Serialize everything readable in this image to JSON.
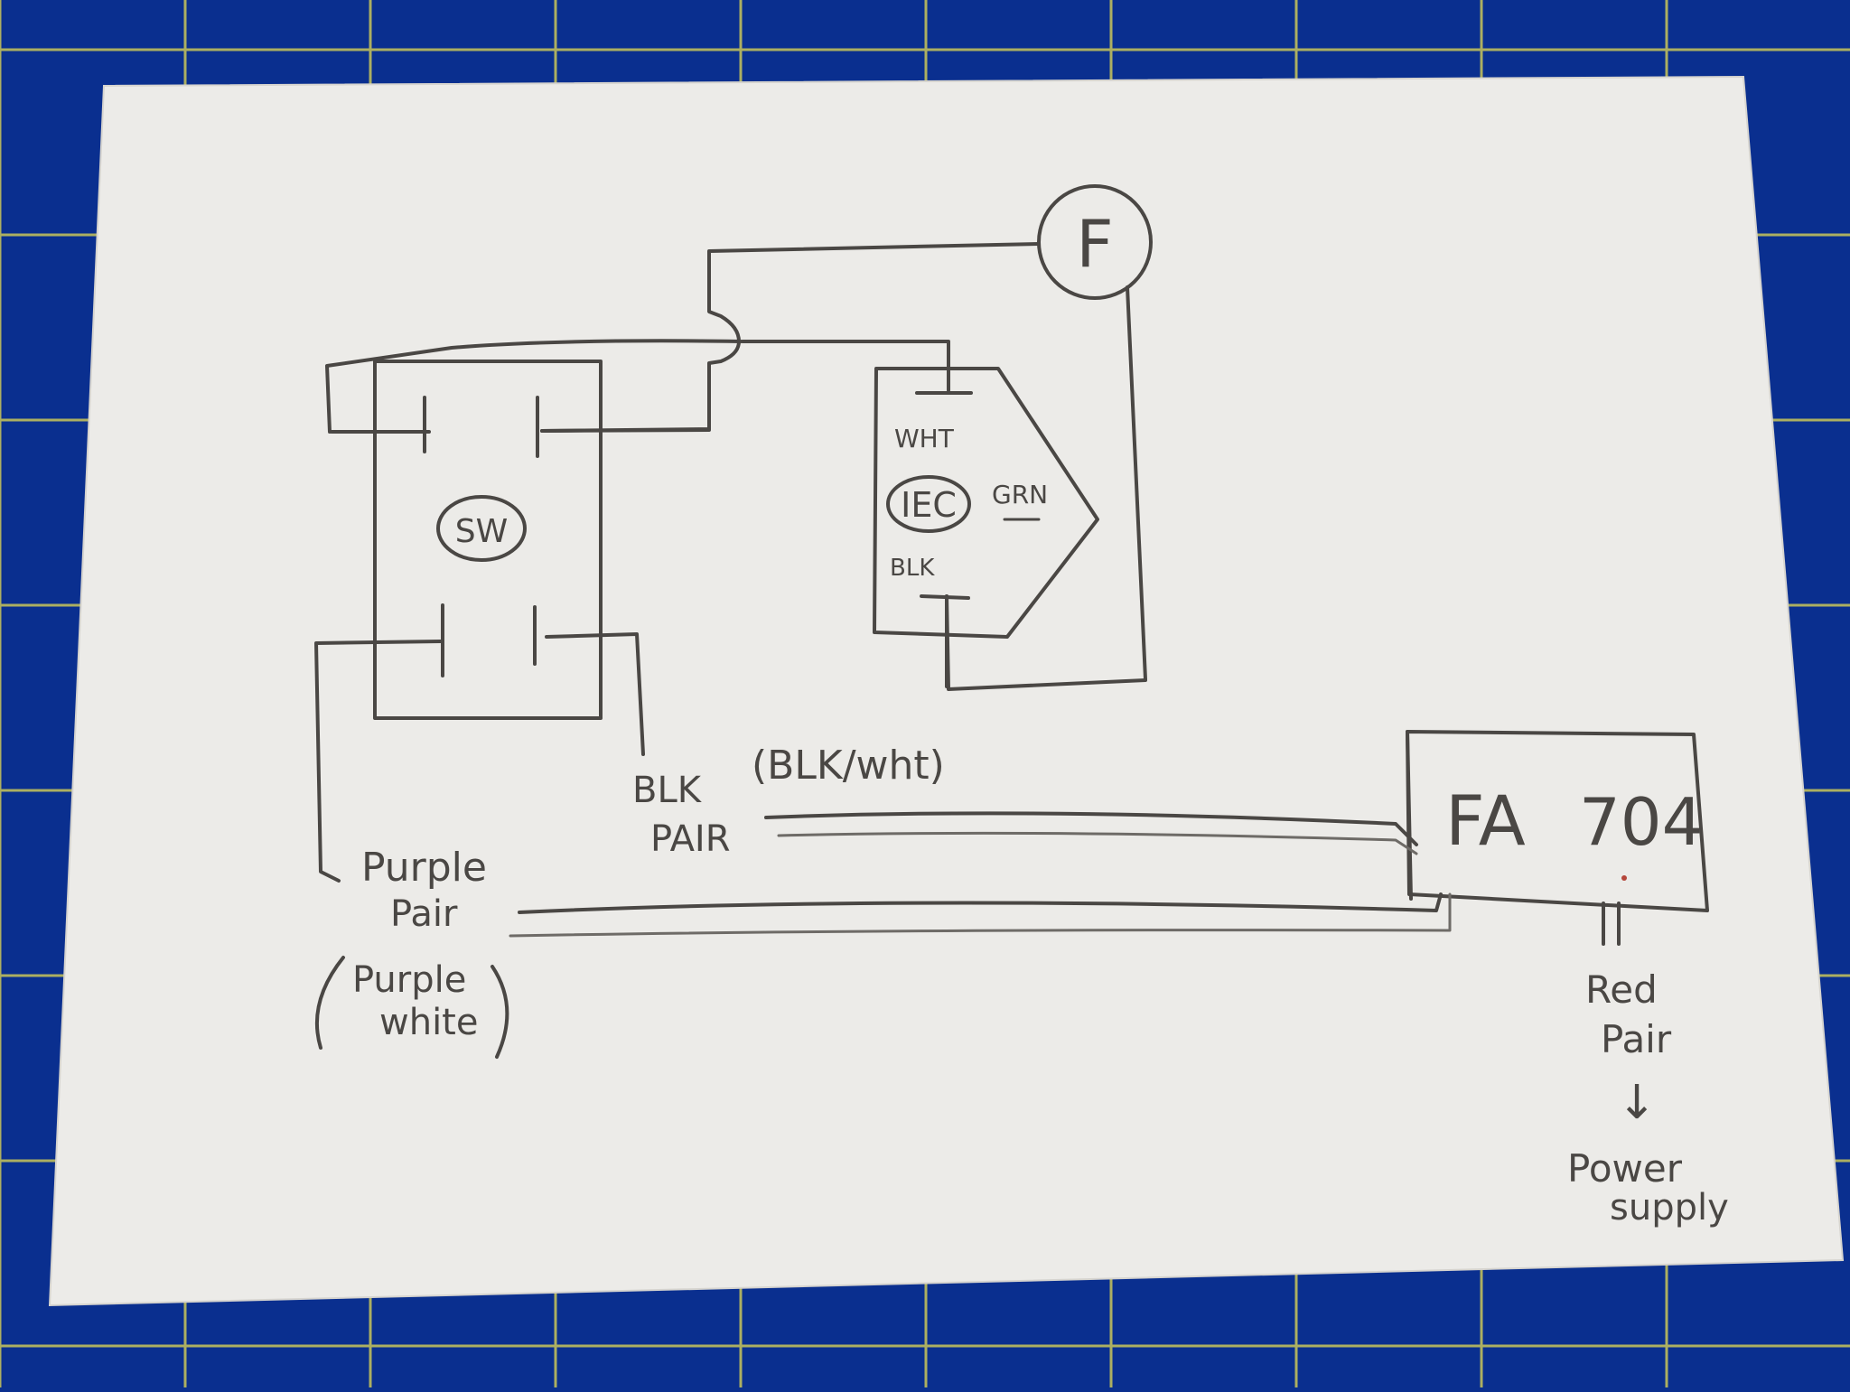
{
  "colors": {
    "mat": "#0a2f8f",
    "mat_grid": "#c9c65a",
    "paper": "#ecebe8",
    "pencil": "#4a4744",
    "pencil_light": "#6e6b67"
  },
  "labels": {
    "fuse": "F",
    "switch": "SW",
    "iec": "IEC",
    "wht": "WHT",
    "grn": "GRN",
    "blk": "BLK",
    "blk_white_note": "(BLK/wht)",
    "blk_line1": "BLK",
    "blk_line2": "PAIR",
    "purple_line1": "Purple",
    "purple_line2": "Pair",
    "purple_white_line1": "Purple",
    "purple_white_line2": "white",
    "fa704_left": "FA",
    "fa704_right": "704",
    "red_line1": "Red",
    "red_line2": "Pair",
    "arrow": "↓",
    "power_line1": "Power",
    "power_line2": "supply"
  }
}
